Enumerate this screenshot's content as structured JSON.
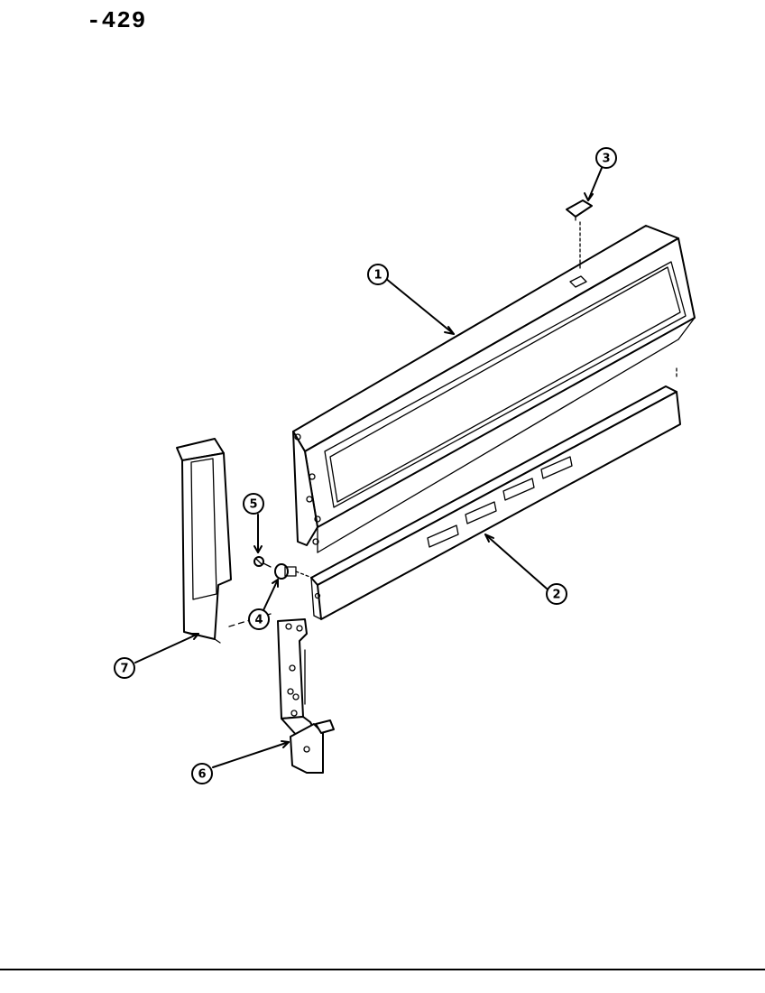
{
  "page_id": "-429",
  "callouts": [
    {
      "label": "1"
    },
    {
      "label": "2"
    },
    {
      "label": "3"
    },
    {
      "label": "4"
    },
    {
      "label": "5"
    },
    {
      "label": "6"
    },
    {
      "label": "7"
    }
  ]
}
